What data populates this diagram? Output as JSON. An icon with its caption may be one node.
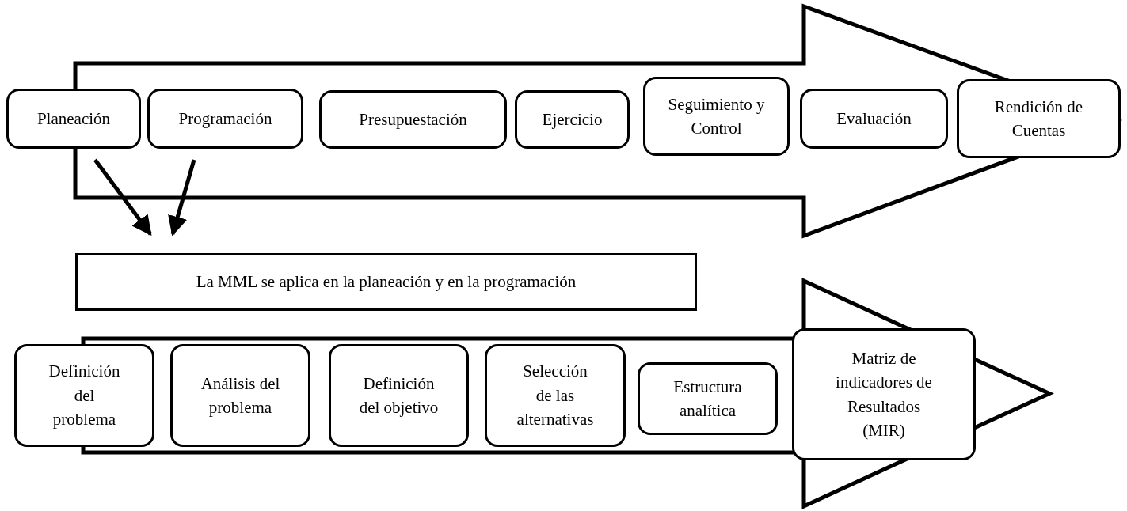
{
  "diagram": {
    "nodes": [
      {
        "text": [
          "Planeación"
        ]
      },
      {
        "text": [
          "Programación"
        ]
      },
      {
        "text": [
          "Presupuestación"
        ]
      },
      {
        "text": [
          "Ejercicio"
        ]
      },
      {
        "text": [
          "Seguimiento y Control"
        ]
      },
      {
        "text": [
          "Evaluación"
        ]
      },
      {
        "text": [
          "Rendición de Cuentas"
        ]
      },
      {
        "text": [
          "La MML se aplica en la planeación y en la programación"
        ]
      },
      {
        "text": [
          "Definición del problema"
        ]
      },
      {
        "text": [
          "Análisis del problema"
        ]
      },
      {
        "text": [
          "Definición del objetivo"
        ]
      },
      {
        "text": [
          "Selección de las alternativas"
        ]
      },
      {
        "text": [
          "Estructura analítica"
        ]
      },
      {
        "text": [
          "Matriz de indicadores de Resultados (MIR)"
        ]
      }
    ],
    "edges": [
      {
        "from": 0,
        "to": 7,
        "arrow": "to"
      },
      {
        "from": 1,
        "to": 7,
        "arrow": "to"
      },
      {
        "from": 0,
        "to": 6,
        "arrow": "to",
        "style": "thick"
      },
      {
        "from": 8,
        "to": 13,
        "arrow": "to",
        "style": "thick"
      }
    ]
  }
}
